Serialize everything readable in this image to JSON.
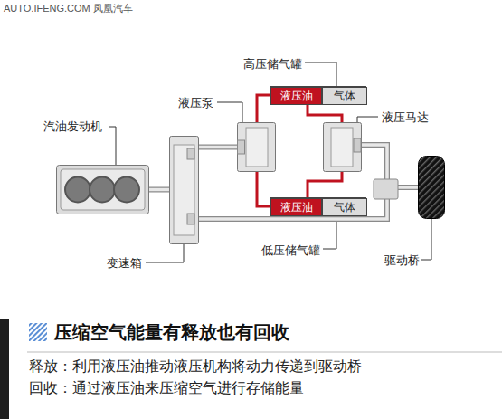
{
  "diagram": {
    "title": "压缩空气能量有释放也有回收",
    "nodes": [
      {
        "text": [
          "汽油发动机"
        ]
      },
      {
        "text": [
          "变速箱"
        ]
      },
      {
        "text": [
          "液压泵"
        ]
      },
      {
        "text": [
          "高压储气罐"
        ]
      },
      {
        "text": [
          "液压油"
        ],
        "in": 3
      },
      {
        "text": [
          "气体"
        ],
        "in": 3
      },
      {
        "text": [
          "液压马达"
        ]
      },
      {
        "text": [
          "低压储气罐"
        ]
      },
      {
        "text": [
          "液压油"
        ],
        "in": 7
      },
      {
        "text": [
          "气体"
        ],
        "in": 7
      },
      {
        "text": [
          "驱动桥"
        ]
      }
    ],
    "edges": [
      {
        "from": 0,
        "to": 1,
        "arrow": "none"
      },
      {
        "from": 1,
        "to": 2,
        "arrow": "none"
      },
      {
        "from": 2,
        "to": 3,
        "arrow": "none"
      },
      {
        "from": 3,
        "to": 6,
        "arrow": "none"
      },
      {
        "from": 2,
        "to": 7,
        "arrow": "none"
      },
      {
        "from": 7,
        "to": 6,
        "arrow": "none"
      },
      {
        "from": 6,
        "to": 10,
        "arrow": "none"
      },
      {
        "from": 1,
        "to": 10,
        "arrow": "none"
      }
    ],
    "labels": [
      "AUTO.IFENG.COM 凤凰汽车",
      "释放：利用液压油推动液压机构将动力传递到驱动桥",
      "回收：通过液压油来压缩空气进行存储能量"
    ]
  }
}
